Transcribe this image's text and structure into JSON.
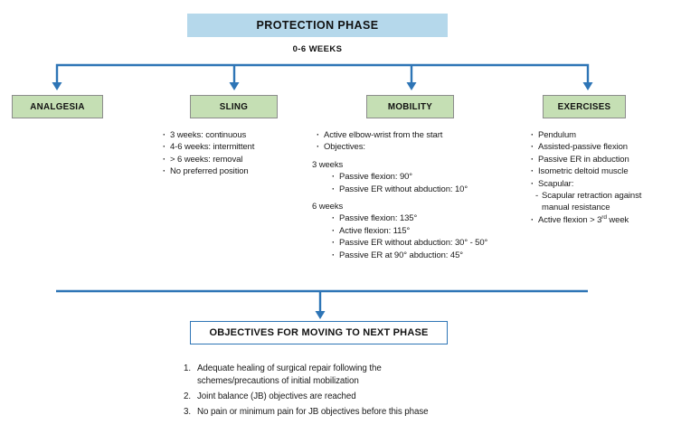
{
  "colors": {
    "header_fill": "#b5d8eb",
    "connector_blue": "#2e75b6",
    "branch_fill": "#c5dfb4",
    "branch_border": "#8c8c8c",
    "objectives_border": "#2e75b6",
    "text": "#1a1a1a"
  },
  "header": {
    "title": "PROTECTION PHASE",
    "duration": "0-6 WEEKS"
  },
  "branches": [
    {
      "label": "ANALGESIA",
      "items": []
    },
    {
      "label": "SLING",
      "items": [
        {
          "marker": "·",
          "lines": [
            "3 weeks: continuous"
          ]
        },
        {
          "marker": "·",
          "lines": [
            "4-6 weeks: intermittent"
          ]
        },
        {
          "marker": "·",
          "lines": [
            "> 6 weeks: removal"
          ]
        },
        {
          "marker": "·",
          "lines": [
            "No preferred position"
          ]
        }
      ]
    },
    {
      "label": "MOBILITY",
      "items": [
        {
          "marker": "·",
          "lines": [
            "Active elbow-wrist from the start"
          ]
        },
        {
          "marker": "·",
          "lines": [
            "Objectives:"
          ]
        },
        {
          "heading": "3 weeks",
          "gap": true
        },
        {
          "marker": "·",
          "indent": 1,
          "lines": [
            "Passive flexion: 90°"
          ]
        },
        {
          "marker": "·",
          "indent": 1,
          "lines": [
            "Passive ER without abduction: 10°"
          ]
        },
        {
          "heading": "6 weeks",
          "gap": true
        },
        {
          "marker": "·",
          "indent": 1,
          "lines": [
            "Passive flexion: 135°"
          ]
        },
        {
          "marker": "·",
          "indent": 1,
          "lines": [
            "Active flexion: 115°"
          ]
        },
        {
          "marker": "·",
          "indent": 1,
          "lines": [
            "Passive ER without abduction: 30° - 50°"
          ]
        },
        {
          "marker": "·",
          "indent": 1,
          "lines": [
            "Passive ER at 90° abduction: 45°"
          ]
        }
      ]
    },
    {
      "label": "EXERCISES",
      "items": [
        {
          "marker": "·",
          "lines": [
            "Pendulum"
          ]
        },
        {
          "marker": "·",
          "lines": [
            "Assisted-passive flexion"
          ]
        },
        {
          "marker": "·",
          "lines": [
            "Passive ER in abduction"
          ]
        },
        {
          "marker": "·",
          "lines": [
            "Isometric deltoid muscle"
          ]
        },
        {
          "marker": "·",
          "lines": [
            "Scapular:"
          ]
        },
        {
          "marker": "-",
          "indent": 1,
          "lines": [
            "Scapular retraction against",
            "manual resistance"
          ]
        },
        {
          "marker": "·",
          "lines": [
            "Active flexion > 3"
          ],
          "sup": "rd",
          "tail": " week"
        }
      ]
    }
  ],
  "objectives": {
    "title": "OBJECTIVES FOR MOVING TO NEXT PHASE",
    "items": [
      {
        "marker": "1.",
        "lines": [
          "Adequate healing of surgical repair following the",
          "schemes/precautions of initial mobilization"
        ]
      },
      {
        "marker": "2.",
        "lines": [
          "Joint balance (JB) objectives are reached"
        ]
      },
      {
        "marker": "3.",
        "lines": [
          "No pain or minimum pain for JB objectives before this phase"
        ]
      }
    ]
  }
}
